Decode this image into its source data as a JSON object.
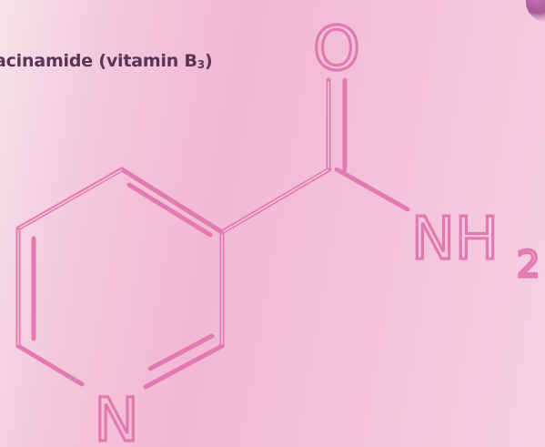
{
  "caption": {
    "text": "acinamide (vitamin B",
    "subscript": "3",
    "close": ")"
  },
  "molecule": {
    "atoms": {
      "oxygen": "O",
      "nitrogen_amide": "NH",
      "amide_subscript": "2",
      "nitrogen_ring": "N"
    }
  },
  "colors": {
    "line": "#e27ab1",
    "caption": "#5a3357",
    "background": "#f2b8d4",
    "corner_blob": "#a75a98"
  }
}
